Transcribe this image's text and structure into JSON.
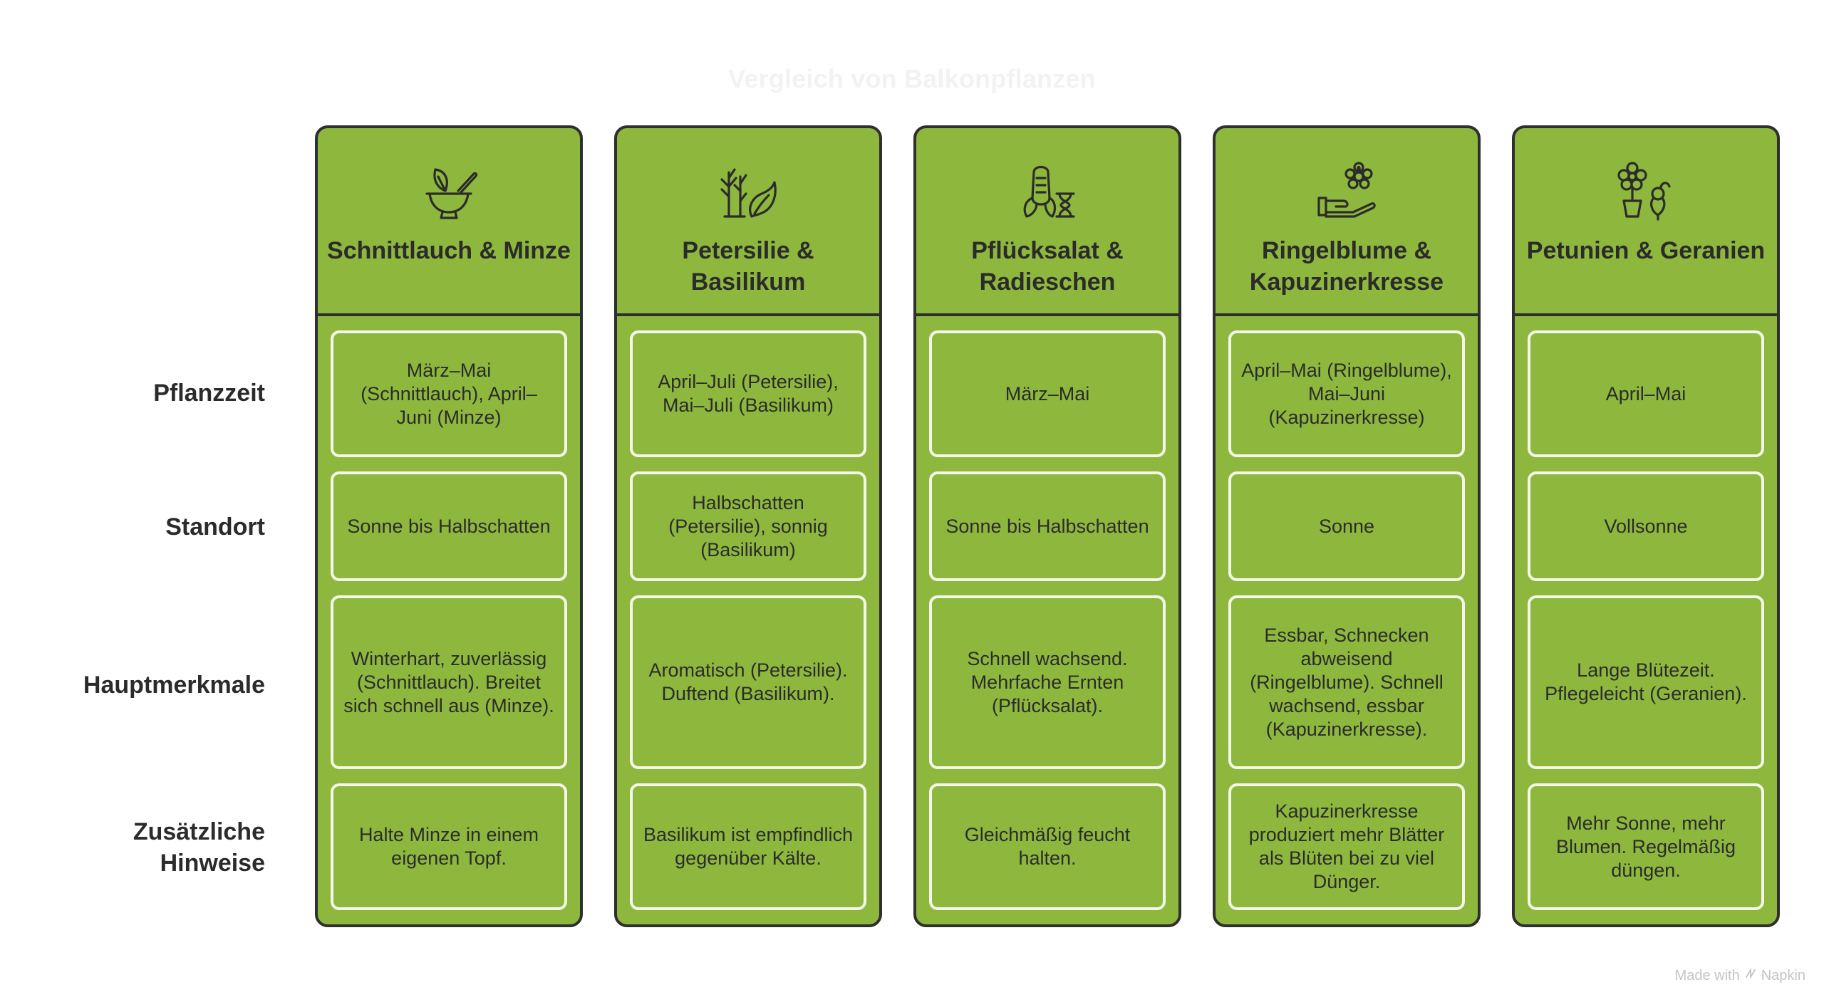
{
  "title": "Vergleich von Balkonpflanzen",
  "row_labels": [
    "Pflanzzeit",
    "Standort",
    "Hauptmerkmale",
    "Zusätzliche Hinweise"
  ],
  "columns": [
    {
      "title": "Schnittlauch & Minze",
      "icon": "mortar-pestle-herb-icon",
      "cells": [
        "März–Mai (Schnittlauch), April–Juni (Minze)",
        "Sonne bis Halbschatten",
        "Winterhart, zuverlässig (Schnittlauch). Breitet sich schnell aus (Minze).",
        "Halte Minze in einem eigenen Topf."
      ]
    },
    {
      "title": "Petersilie & Basilikum",
      "icon": "herbs-leaf-icon",
      "cells": [
        "April–Juli (Petersilie), Mai–Juli (Basilikum)",
        "Halbschatten (Petersilie), sonnig (Basilikum)",
        "Aromatisch (Petersilie). Duftend (Basilikum).",
        "Basilikum ist empfindlich gegenüber Kälte."
      ]
    },
    {
      "title": "Pflücksalat & Radieschen",
      "icon": "vegetables-hourglass-icon",
      "cells": [
        "März–Mai",
        "Sonne bis Halbschatten",
        "Schnell wachsend. Mehrfache Ernten (Pflücksalat).",
        "Gleichmäßig feucht halten."
      ]
    },
    {
      "title": "Ringelblume & Kapuzinerkresse",
      "icon": "flower-hand-icon",
      "cells": [
        "April–Mai (Ringelblume), Mai–Juni (Kapuzinerkresse)",
        "Sonne",
        "Essbar, Schnecken abweisend (Ringelblume). Schnell wachsend, essbar (Kapuzinerkresse).",
        "Kapuzinerkresse produziert mehr Blätter als Blüten bei zu viel Dünger."
      ]
    },
    {
      "title": "Petunien & Geranien",
      "icon": "potted-flowers-icon",
      "cells": [
        "April–Mai",
        "Vollsonne",
        "Lange Blütezeit. Pflegeleicht (Geranien).",
        "Mehr Sonne, mehr Blumen. Regelmäßig düngen."
      ]
    }
  ],
  "footer": {
    "made_with": "Made with",
    "brand": "Napkin"
  },
  "colors": {
    "column_fill": "#8db83d",
    "outline": "#2f2f2f",
    "cell_border": "#f4f8ea"
  }
}
